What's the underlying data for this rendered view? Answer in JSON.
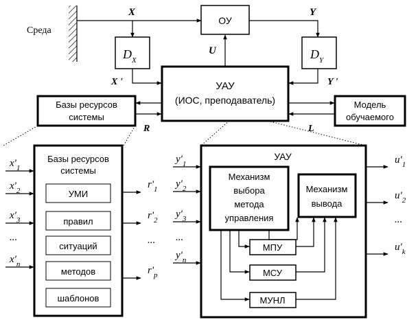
{
  "environment": {
    "label": "Среда"
  },
  "signals": {
    "x": "X",
    "x_prime": "X '",
    "y": "Y",
    "y_prime": "Y '",
    "u": "U",
    "r": "R",
    "l": "L"
  },
  "blocks": {
    "ou": "ОУ",
    "dx": {
      "main": "D",
      "sub": "X"
    },
    "dy": {
      "main": "D",
      "sub": "Y"
    },
    "uau_main": {
      "line1": "УАУ",
      "line2": "(ИОС, преподаватель)"
    },
    "resource_bases": {
      "line1": "Базы ресурсов",
      "line2": "системы"
    },
    "learner_model": {
      "line1": "Модель",
      "line2": "обучаемого"
    }
  },
  "detail_bases": {
    "title_line1": "Базы ресурсов",
    "title_line2": "системы",
    "items": [
      "УМИ",
      "правил",
      "ситуаций",
      "методов",
      "шаблонов"
    ],
    "inputs": [
      {
        "main": "x'",
        "sub": "1"
      },
      {
        "main": "x'",
        "sub": "2"
      },
      {
        "main": "x'",
        "sub": "3"
      },
      {
        "main": "...",
        "sub": ""
      },
      {
        "main": "x'",
        "sub": "n"
      }
    ],
    "outputs": [
      {
        "main": "r'",
        "sub": "1"
      },
      {
        "main": "r'",
        "sub": "2"
      },
      {
        "main": "...",
        "sub": ""
      },
      {
        "main": "r'",
        "sub": "p"
      }
    ]
  },
  "detail_uau": {
    "title": "УАУ",
    "method_selection": [
      "Механизм",
      "выбора",
      "метода",
      "управления"
    ],
    "inference": [
      "Механизм",
      "вывода"
    ],
    "modules": [
      "МПУ",
      "МСУ",
      "МУНЛ"
    ],
    "inputs": [
      {
        "main": "y'",
        "sub": "1"
      },
      {
        "main": "y'",
        "sub": "2"
      },
      {
        "main": "y'",
        "sub": "3"
      },
      {
        "main": "...",
        "sub": ""
      },
      {
        "main": "y'",
        "sub": "n"
      }
    ],
    "outputs": [
      {
        "main": "u'",
        "sub": "1"
      },
      {
        "main": "u'",
        "sub": "2"
      },
      {
        "main": "...",
        "sub": ""
      },
      {
        "main": "u'",
        "sub": "k"
      }
    ]
  }
}
